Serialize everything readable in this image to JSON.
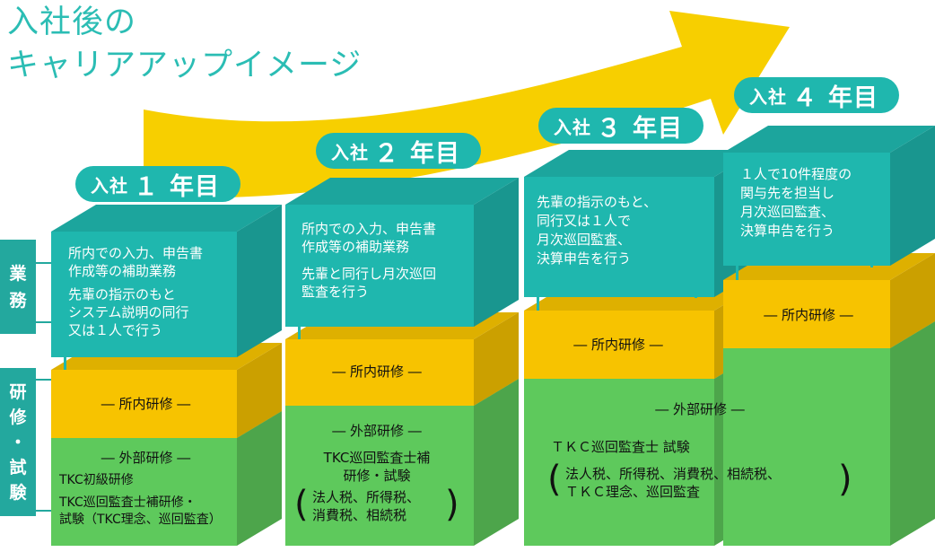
{
  "title": {
    "line1": "入社後の",
    "line2": "キャリアアップイメージ"
  },
  "side_labels": {
    "work": [
      "業",
      "務"
    ],
    "training": [
      "研",
      "修",
      "・",
      "試",
      "験"
    ]
  },
  "colors": {
    "teal": "#1fb7ae",
    "teal_dark": "#23a89e",
    "yellow": "#f7c300",
    "green": "#5ec95c",
    "arrow": "#f7cf00"
  },
  "years": [
    {
      "pill": {
        "pre": "入社",
        "num": "１",
        "post": "年目"
      },
      "work": [
        "所内での入力、申告書",
        "作成等の補助業務",
        "",
        "先輩の指示のもと",
        "システム説明の同行",
        "又は１人で行う"
      ],
      "inhouse": "― 所内研修 ―",
      "external_title": "― 外部研修 ―",
      "external": [
        "TKC初級研修",
        "",
        "TKC巡回監査士補研修・",
        "試験（TKC理念、巡回監査）"
      ]
    },
    {
      "pill": {
        "pre": "入社",
        "num": "２",
        "post": "年目"
      },
      "work": [
        "所内での入力、申告書",
        "作成等の補助業務",
        "",
        "先輩と同行し月次巡回",
        "監査を行う"
      ],
      "inhouse": "― 所内研修 ―",
      "external_title": "― 外部研修 ―",
      "external": [
        "TKC巡回監査士補",
        "研修・試験"
      ],
      "bracket": [
        "法人税、所得税、",
        "消費税、相続税"
      ]
    },
    {
      "pill": {
        "pre": "入社",
        "num": "３",
        "post": "年目"
      },
      "work": [
        "先輩の指示のもと、",
        "同行又は１人で",
        "月次巡回監査、",
        "決算申告を行う"
      ],
      "inhouse": "― 所内研修 ―",
      "external_title": "― 外部研修 ―",
      "external": [
        "ＴＫＣ巡回監査士 試験"
      ],
      "bracket": [
        "法人税、所得税、消費税、相続税、",
        "ＴＫＣ理念、巡回監査"
      ]
    },
    {
      "pill": {
        "pre": "入社",
        "num": "４",
        "post": "年目"
      },
      "work": [
        "１人で10件程度の",
        "関与先を担当し",
        "月次巡回監査、",
        "決算申告を行う"
      ],
      "inhouse": "― 所内研修 ―"
    }
  ]
}
